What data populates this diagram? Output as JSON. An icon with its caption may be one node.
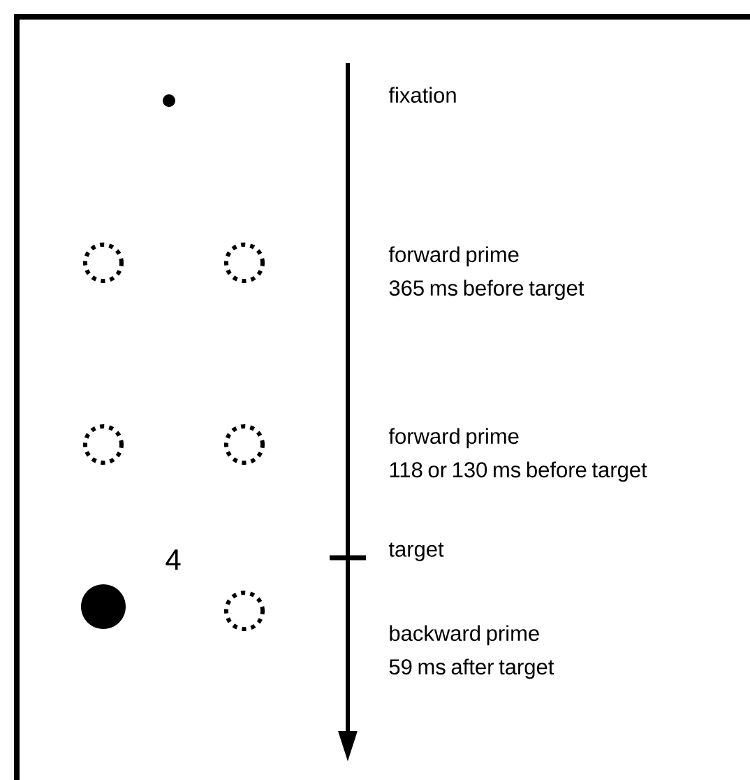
{
  "diagram": {
    "labels": [
      "fixation",
      "forward prime 365 ms before target",
      "forward prime 118 or 130 ms before target",
      "4",
      "target",
      "backward prime 59 ms after target"
    ]
  }
}
